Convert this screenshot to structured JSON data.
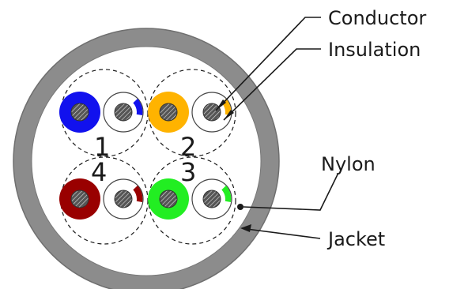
{
  "labels": {
    "conductor": "Conductor",
    "insulation": "Insulation",
    "nylon": "Nylon",
    "jacket": "Jacket"
  },
  "pairs": [
    {
      "number": "1",
      "color": "#1111ee"
    },
    {
      "number": "2",
      "color": "#ffb300"
    },
    {
      "number": "3",
      "color": "#22ee22"
    },
    {
      "number": "4",
      "color": "#990000"
    }
  ],
  "colors": {
    "jacket": "#8c8c8c",
    "conductor": "#4a4a4a",
    "insulation": "#ffffff"
  }
}
